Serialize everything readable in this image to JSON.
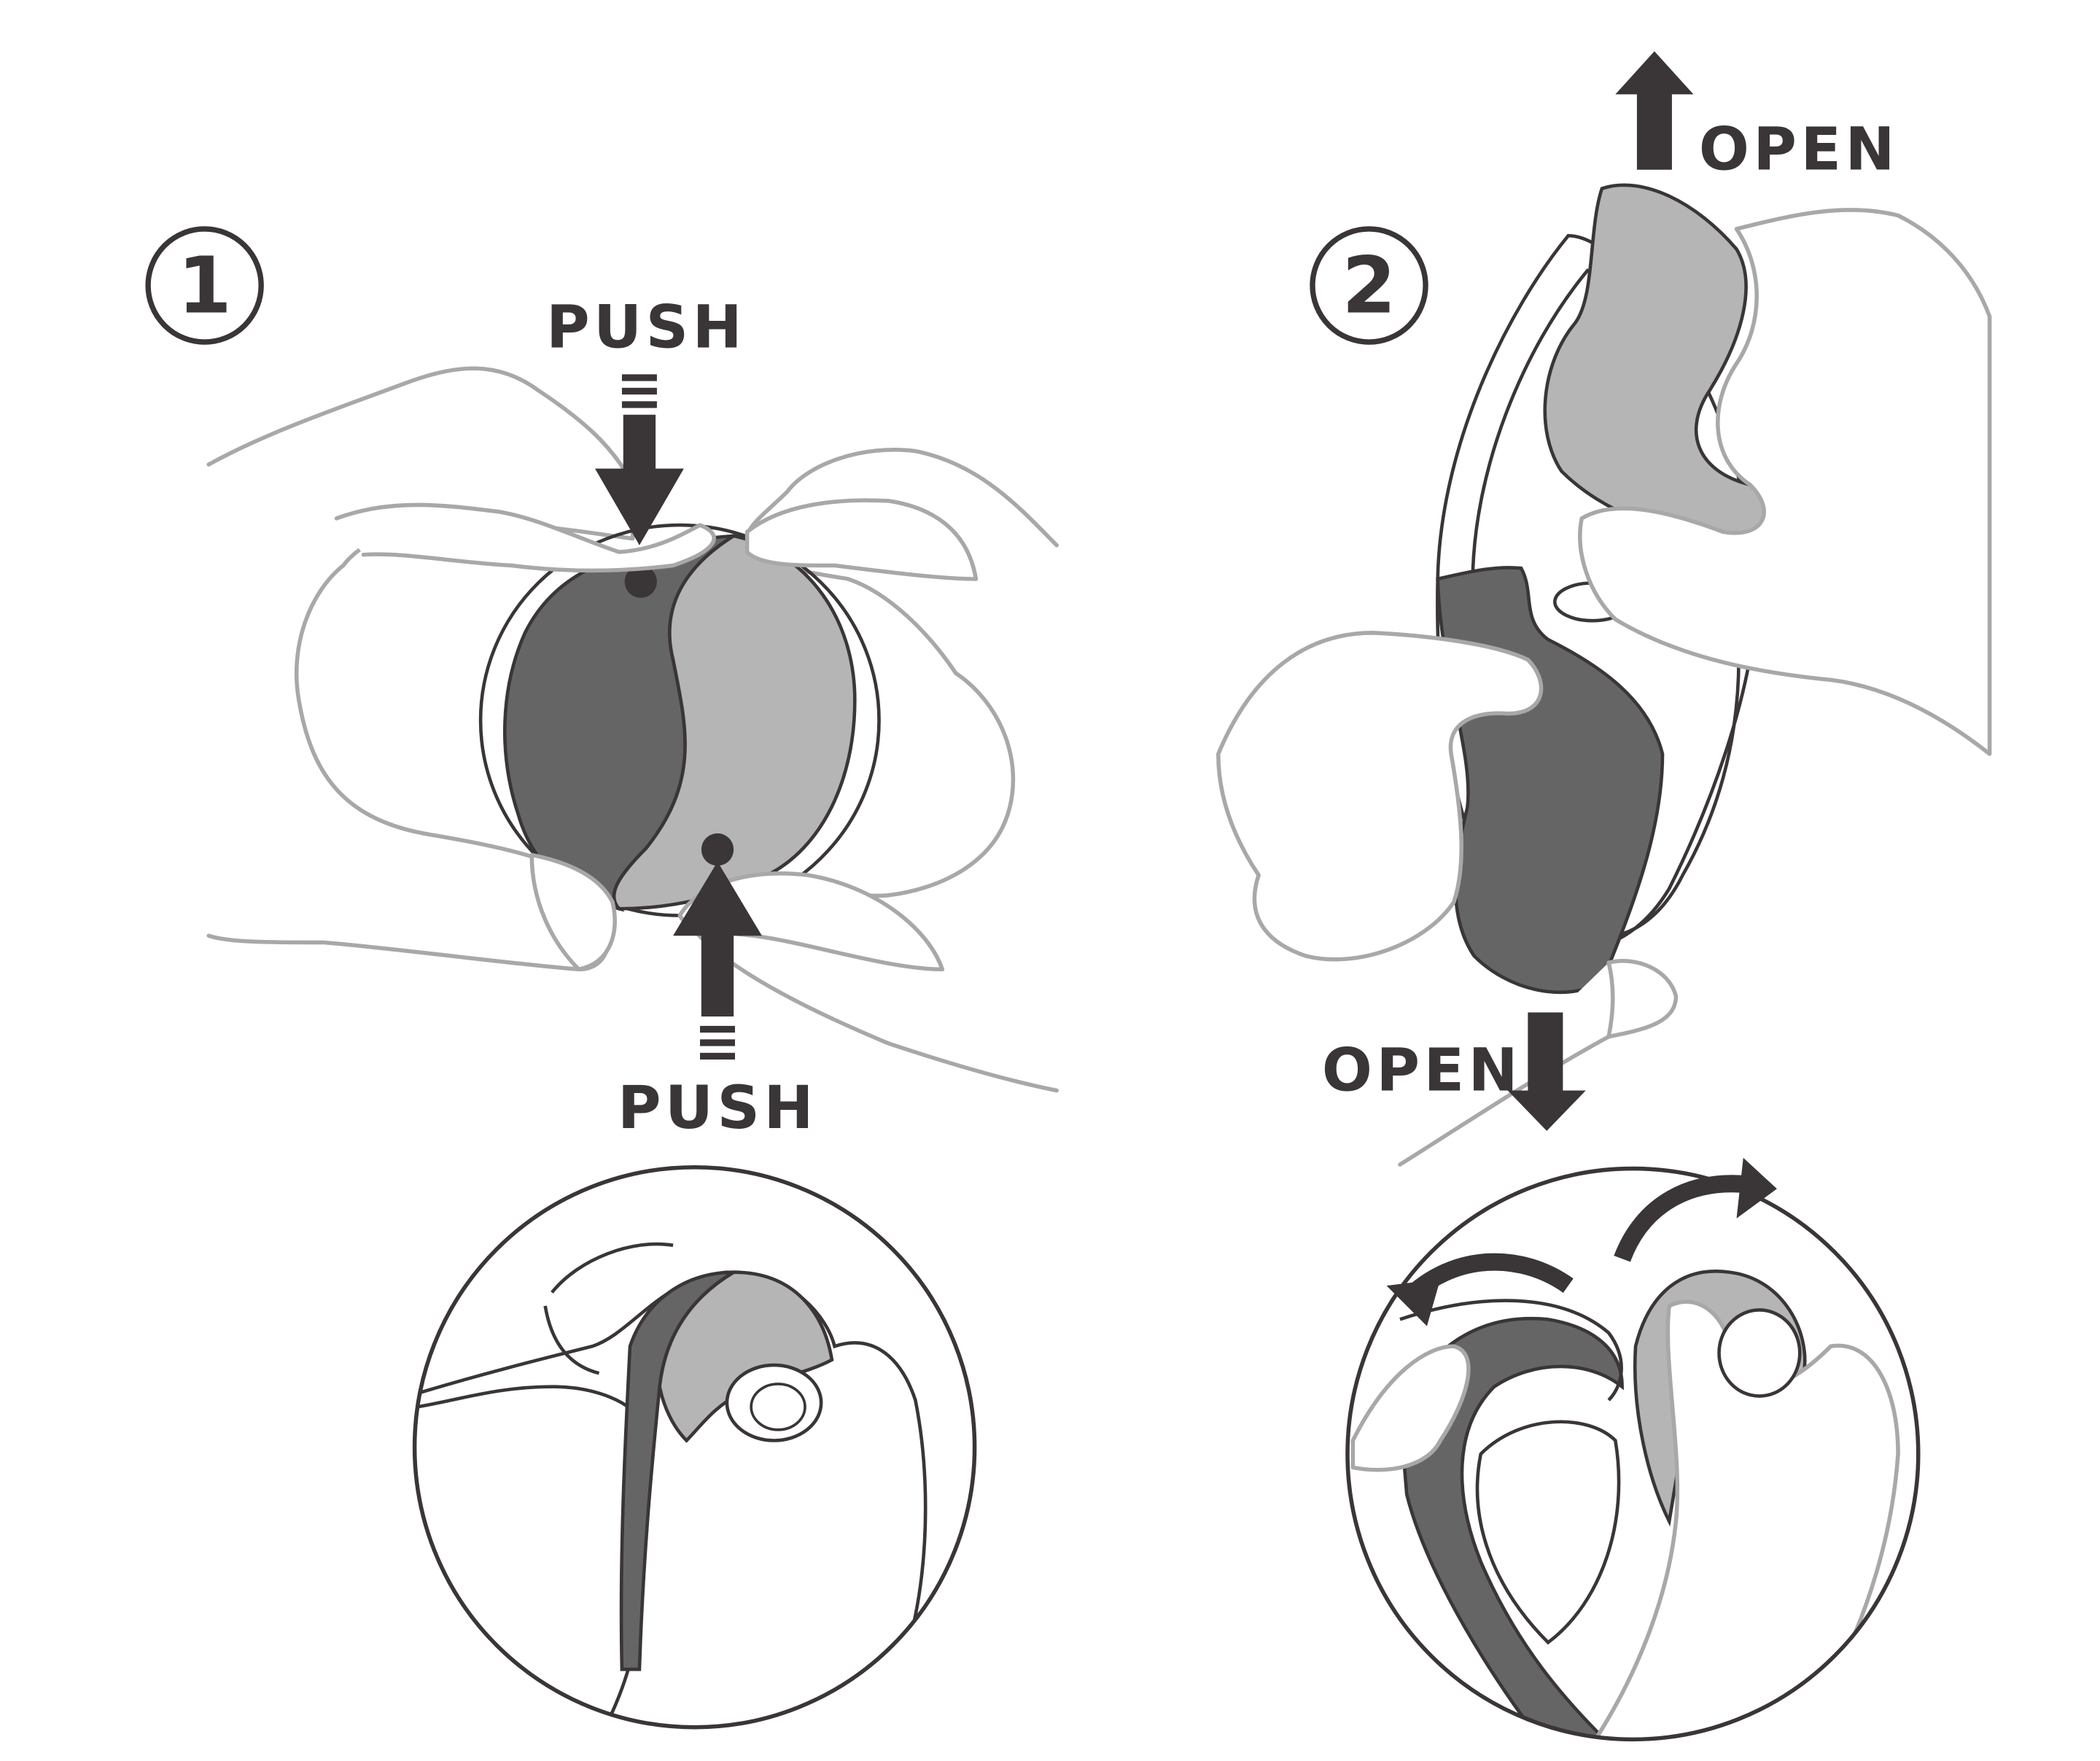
{
  "steps": [
    {
      "number": "1",
      "labels": {
        "top": "PUSH",
        "bottom": "PUSH"
      }
    },
    {
      "number": "2",
      "labels": {
        "top": "OPEN",
        "bottom": "OPEN"
      }
    }
  ],
  "colors": {
    "ink": "#3a3536",
    "dark_half": "#666566",
    "light_half": "#b4b5b4",
    "hand_outline": "#a8a8a8"
  }
}
